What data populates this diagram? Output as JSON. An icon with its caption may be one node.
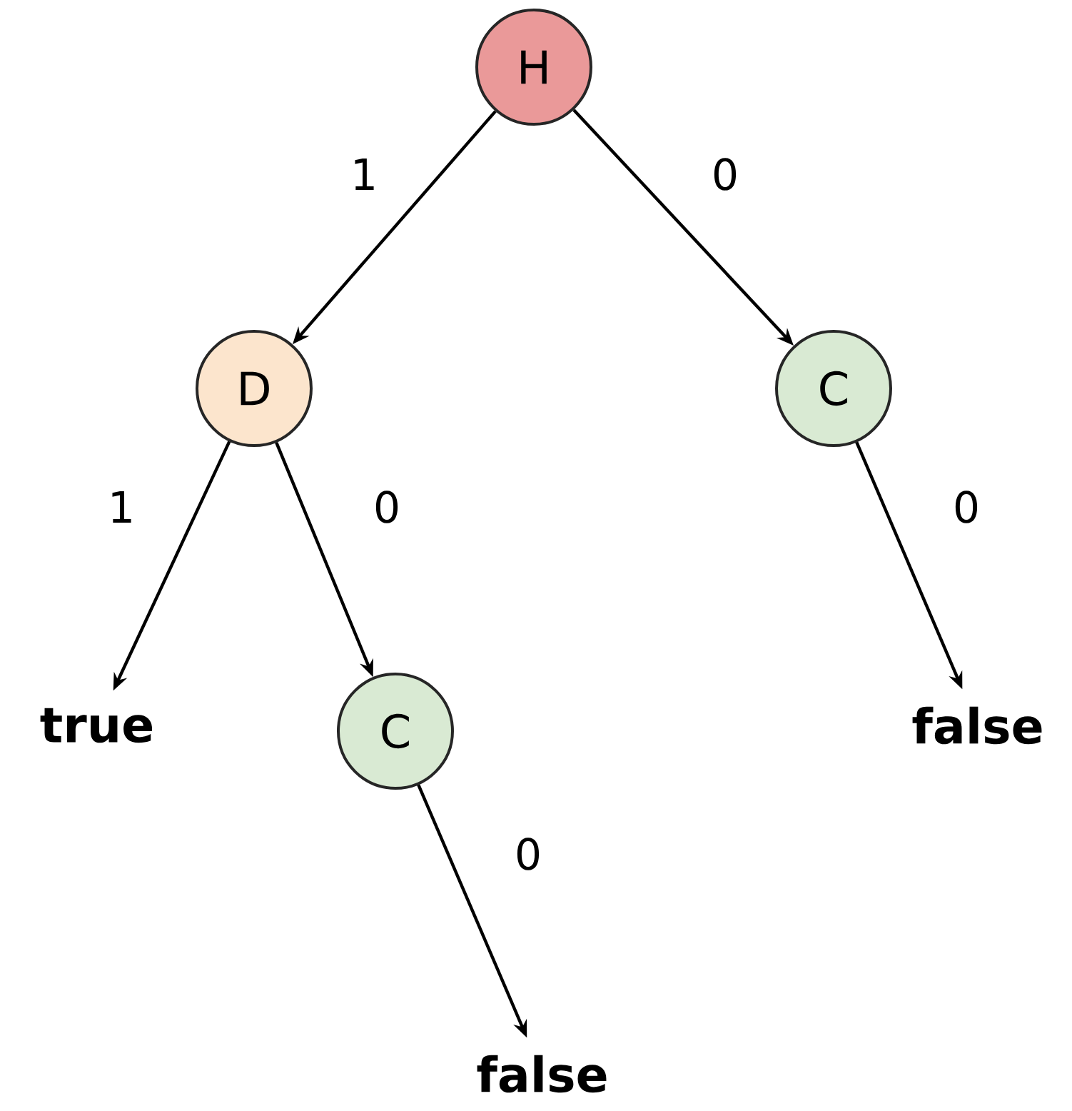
{
  "diagram": {
    "nodes": [
      {
        "text": [
          "H"
        ]
      },
      {
        "text": [
          "D"
        ]
      },
      {
        "text": [
          "C"
        ]
      },
      {
        "text": [
          "true"
        ]
      },
      {
        "text": [
          "C"
        ]
      },
      {
        "text": [
          "false"
        ]
      },
      {
        "text": [
          "false"
        ]
      }
    ],
    "edges": [
      {
        "from": 0,
        "to": 1,
        "arrow": "to",
        "label": "1"
      },
      {
        "from": 0,
        "to": 2,
        "arrow": "to",
        "label": "0"
      },
      {
        "from": 1,
        "to": 3,
        "arrow": "to",
        "label": "1"
      },
      {
        "from": 1,
        "to": 4,
        "arrow": "to",
        "label": "0"
      },
      {
        "from": 2,
        "to": 5,
        "arrow": "to",
        "label": "0"
      },
      {
        "from": 4,
        "to": 6,
        "arrow": "to",
        "label": "0"
      }
    ]
  }
}
